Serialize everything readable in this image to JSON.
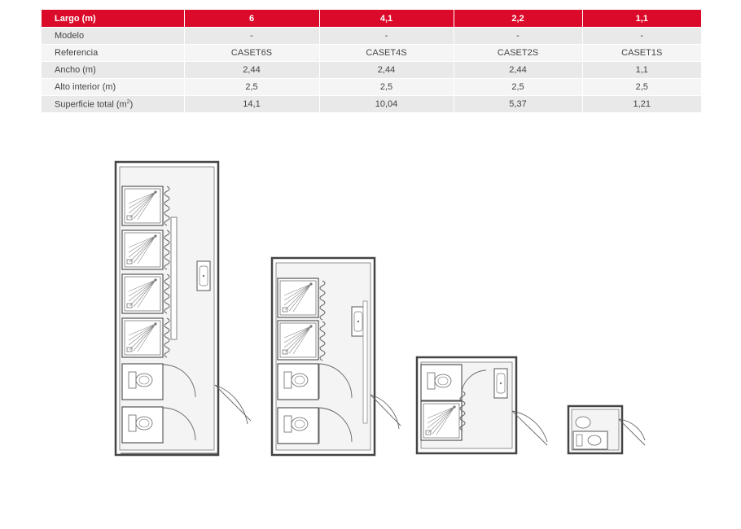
{
  "table": {
    "headers": [
      "Largo (m)",
      "6",
      "4,1",
      "2,2",
      "1,1"
    ],
    "rows": [
      {
        "label": "Modelo",
        "values": [
          "-",
          "-",
          "-",
          "-"
        ]
      },
      {
        "label": "Referencia",
        "values": [
          "CASET6S",
          "CASET4S",
          "CASET2S",
          "CASET1S"
        ]
      },
      {
        "label": "Ancho (m)",
        "values": [
          "2,44",
          "2,44",
          "2,44",
          "1,1"
        ]
      },
      {
        "label": "Alto interior (m)",
        "values": [
          "2,5",
          "2,5",
          "2,5",
          "2,5"
        ]
      },
      {
        "label": "Superficie total  (m",
        "label_sup": "2",
        "label_end": ")",
        "values": [
          "14,1",
          "10,04",
          "5,37",
          "1,21"
        ]
      }
    ]
  },
  "colors": {
    "header": "#dc0a2a",
    "row_odd": "#e9e9e9",
    "row_even": "#f5f5f5",
    "line": "#555555"
  },
  "plans": [
    "floor-plan-caset6s",
    "floor-plan-caset4s",
    "floor-plan-caset2s",
    "floor-plan-caset1s"
  ]
}
